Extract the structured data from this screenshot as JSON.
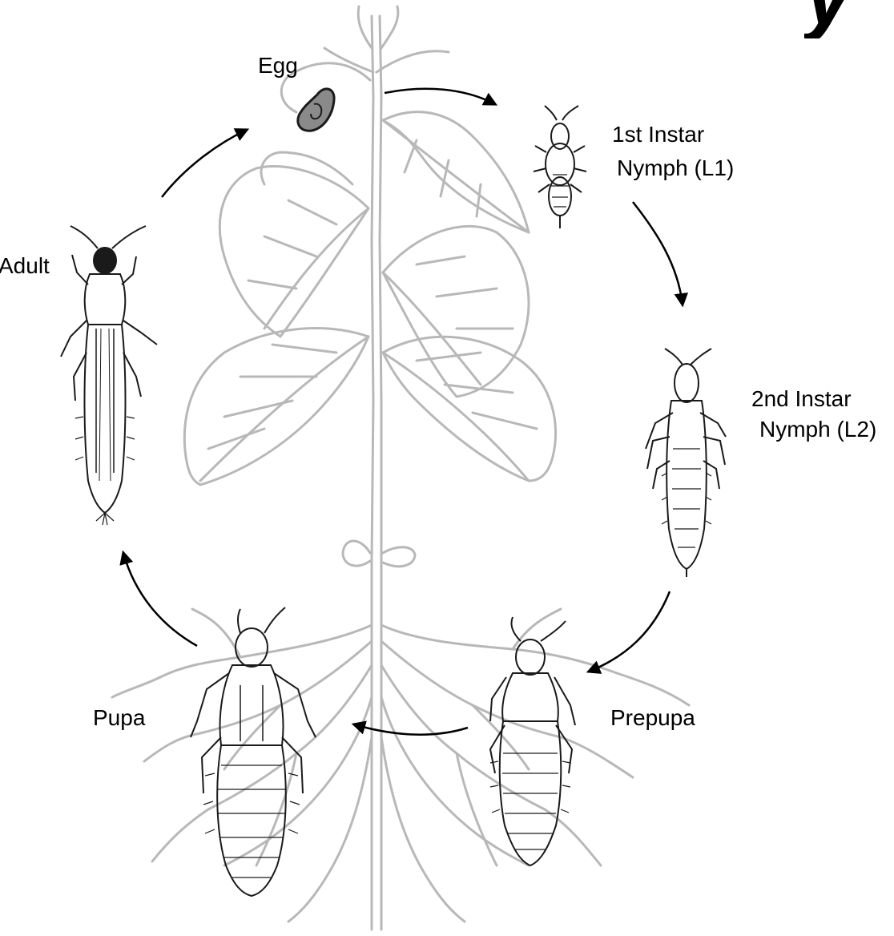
{
  "diagram": {
    "title_fragment": "y",
    "stages": [
      {
        "id": "egg",
        "label": "Egg"
      },
      {
        "id": "l1",
        "label_line1": "1st Instar",
        "label_line2": "Nymph (L1)"
      },
      {
        "id": "l2",
        "label_line1": "2nd Instar",
        "label_line2": "Nymph (L2)"
      },
      {
        "id": "prepupa",
        "label": "Prepupa"
      },
      {
        "id": "pupa",
        "label": "Pupa"
      },
      {
        "id": "adult",
        "label": "Adult"
      }
    ],
    "colors": {
      "plant": "#b8b8b8",
      "insect": "#1a1a1a",
      "arrow": "#000000"
    }
  }
}
